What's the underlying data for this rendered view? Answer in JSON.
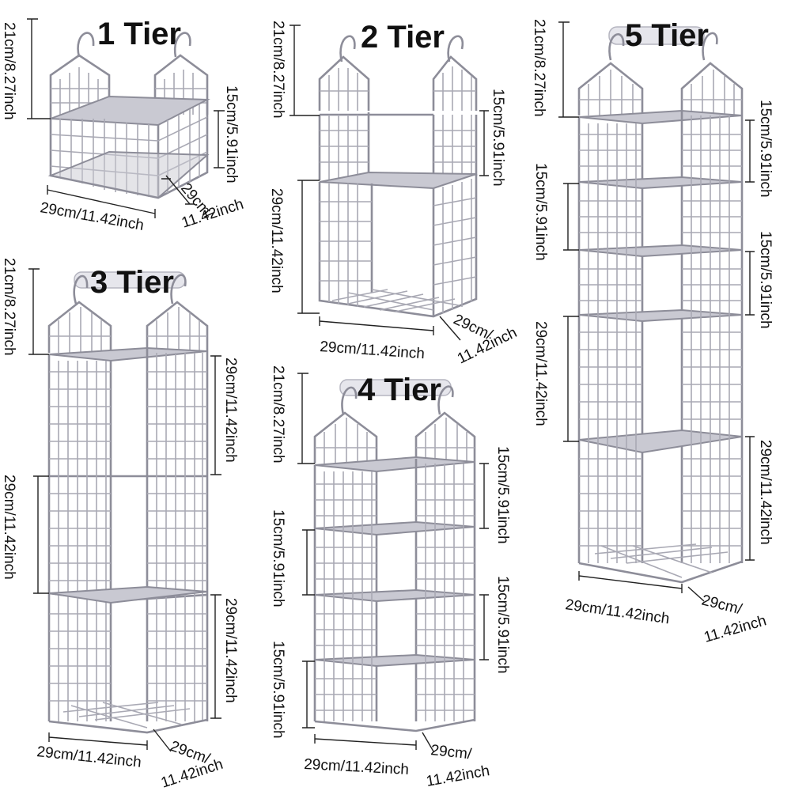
{
  "units": [
    {
      "title": "1 Tier",
      "labels": {
        "hook": "21cm/8.27inch",
        "tier": "15cm/5.91inch",
        "width": "29cm/11.42inch",
        "depth1": "29cm/",
        "depth2": "11.42inch"
      }
    },
    {
      "title": "2 Tier",
      "labels": {
        "hook": "21cm/8.27inch",
        "tier1": "15cm/5.91inch",
        "tier2": "29cm/11.42inch",
        "width": "29cm/11.42inch",
        "depth1": "29cm/",
        "depth2": "11.42inch"
      }
    },
    {
      "title": "3 Tier",
      "labels": {
        "hook": "21cm/8.27inch",
        "tier1": "29cm/11.42inch",
        "tier2": "29cm/11.42inch",
        "tier3": "29cm/11.42inch",
        "width": "29cm/11.42inch",
        "depth1": "29cm/",
        "depth2": "11.42inch"
      }
    },
    {
      "title": "4 Tier",
      "labels": {
        "hook": "21cm/8.27inch",
        "tier1": "15cm/5.91inch",
        "tier2": "15cm/5.91inch",
        "tier3": "15cm/5.91inch",
        "tier4": "15cm/5.91inch",
        "width": "29cm/11.42inch",
        "depth1": "29cm/",
        "depth2": "11.42inch"
      }
    },
    {
      "title": "5 Tier",
      "labels": {
        "hook": "21cm/8.27inch",
        "tier1": "15cm/5.91inch",
        "tier2": "15cm/5.91inch",
        "tier3": "15cm/5.91inch",
        "tier4": "29cm/11.42inch",
        "tier5": "29cm/11.42inch",
        "width": "29cm/11.42inch",
        "depth1": "29cm/",
        "depth2": "11.42inch"
      }
    }
  ],
  "colors": {
    "wire": "#a9a9b4",
    "frame": "#8d8d99",
    "text": "#111111"
  }
}
